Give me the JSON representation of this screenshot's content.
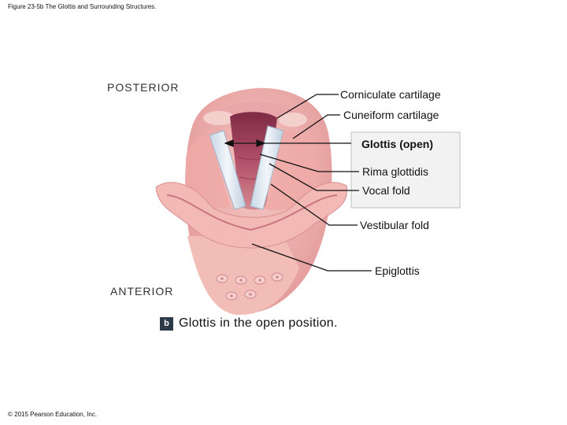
{
  "figure_title": "Figure 23-5b The Glottis and Surrounding Structures.",
  "orientation": {
    "posterior": "POSTERIOR",
    "anterior": "ANTERIOR"
  },
  "labels": {
    "corniculate": "Corniculate cartilage",
    "cuneiform": "Cuneiform cartilage",
    "glottis_open": "Glottis (open)",
    "rima_glottidis": "Rima glottidis",
    "vocal_fold": "Vocal fold",
    "vestibular_fold": "Vestibular fold",
    "epiglottis": "Epiglottis"
  },
  "caption": {
    "badge": "b",
    "text": "Glottis in the open position."
  },
  "copyright": "© 2015 Pearson Education, Inc.",
  "colors": {
    "tissue": "#f1b3b0",
    "deep": "#b04a63",
    "fold": "#dfe9f2",
    "line": "#111111"
  }
}
